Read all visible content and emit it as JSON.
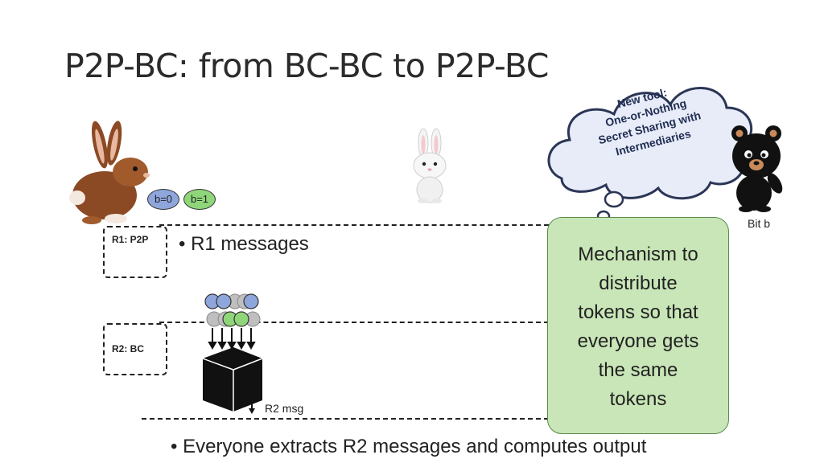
{
  "slide": {
    "title": "P2P-BC: from BC-BC to P2P-BC",
    "cloud": {
      "lines": [
        "New tool:",
        "One-or-Nothing",
        "Secret Sharing with",
        "Intermediaries"
      ]
    },
    "tokens": {
      "b0": "b=0",
      "b1": "b=1"
    },
    "rounds": {
      "r1": "R1: P2P",
      "r2": "R2: BC"
    },
    "bullets": {
      "r1": "R1 messages",
      "final": "Everyone extracts R2 messages and computes output"
    },
    "mechanism": {
      "lines": [
        "Mechanism to",
        "distribute",
        "tokens so that",
        "everyone gets",
        "the same",
        "tokens"
      ]
    },
    "labels": {
      "bit_b": "Bit b",
      "r2_msg": "R2 msg"
    },
    "colors": {
      "token_blue": "#8ea6dc",
      "token_green": "#8fd67a",
      "mechanism_fill": "#c9e6b8",
      "cloud_fill": "#e8ecf8"
    },
    "icons": {
      "brown_rabbit": "brown-rabbit-icon",
      "white_rabbit": "white-rabbit-icon",
      "bear": "black-bear-icon",
      "box": "black-box-icon"
    }
  }
}
